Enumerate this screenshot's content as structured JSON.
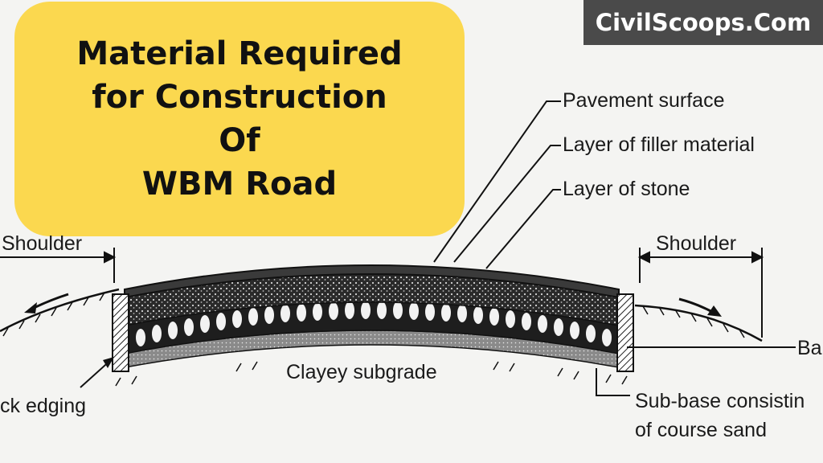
{
  "title": {
    "lines": [
      "Material Required",
      "for Construction",
      "Of",
      "WBM Road"
    ]
  },
  "brand": {
    "text": "CivilScoops.Com"
  },
  "labels": {
    "pavement_surface": "Pavement surface",
    "filler_layer": "Layer of filler material",
    "stone_layer": "Layer of stone",
    "shoulder_left": "Shoulder",
    "shoulder_right": "Shoulder",
    "base_cut": "Ba",
    "subgrade": "Clayey subgrade",
    "edging_cut": "ck edging",
    "subbase_line1": "Sub-base consistin",
    "subbase_line2": "of course sand"
  },
  "colors": {
    "title_bg": "#fbd84f",
    "brand_bg": "#4a4a4a",
    "ink": "#1a1a1a"
  }
}
